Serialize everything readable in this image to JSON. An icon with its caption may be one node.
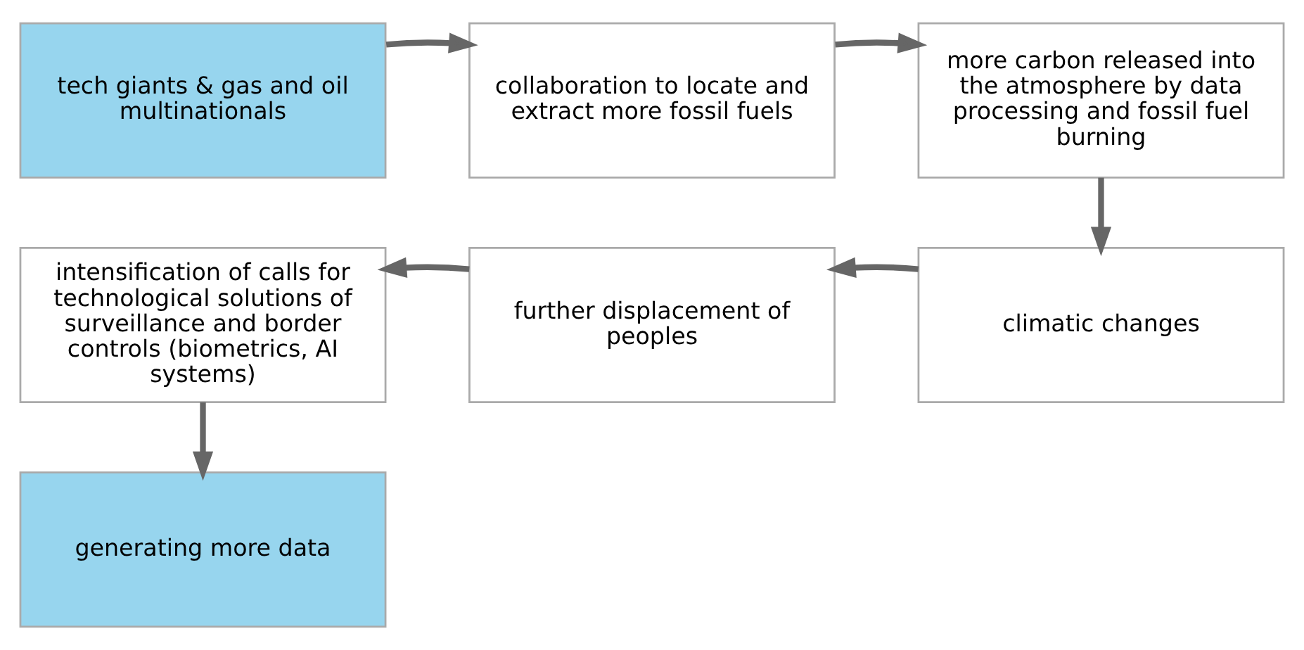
{
  "diagram": {
    "nodes": [
      {
        "text": [
          "tech giants & gas and oil multinationals"
        ]
      },
      {
        "text": [
          "collaboration to locate and extract more fossil fuels"
        ]
      },
      {
        "text": [
          "more carbon released into the atmosphere by data processing and fossil fuel burning"
        ]
      },
      {
        "text": [
          "climatic changes"
        ]
      },
      {
        "text": [
          "further displacement of peoples"
        ]
      },
      {
        "text": [
          "intensification of calls for technological solutions of surveillance and border controls (biometrics, AI systems)"
        ]
      },
      {
        "text": [
          "generating more data"
        ]
      }
    ],
    "edges": [
      {
        "from": 0,
        "to": 1,
        "arrow": "to"
      },
      {
        "from": 1,
        "to": 2,
        "arrow": "to"
      },
      {
        "from": 2,
        "to": 3,
        "arrow": "to"
      },
      {
        "from": 3,
        "to": 4,
        "arrow": "to"
      },
      {
        "from": 4,
        "to": 5,
        "arrow": "to"
      },
      {
        "from": 5,
        "to": 6,
        "arrow": "to"
      }
    ]
  }
}
